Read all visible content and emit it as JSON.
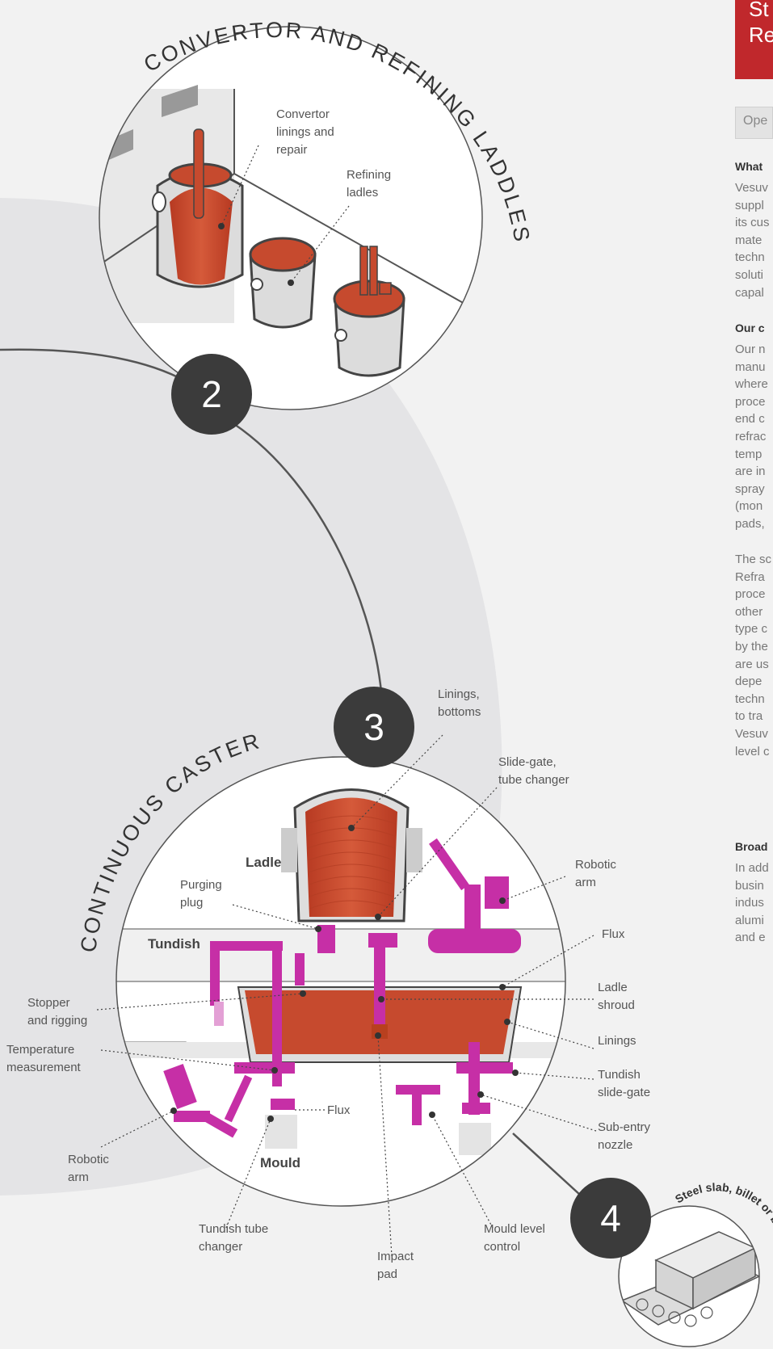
{
  "sections": {
    "convertor": {
      "number": "2",
      "title": "CONVERTOR AND REFINING LADDLES",
      "labels": {
        "convertor_linings": [
          "Convertor",
          "linings and",
          "repair"
        ],
        "refining_ladles": [
          "Refining",
          "ladles"
        ]
      }
    },
    "caster": {
      "number": "3",
      "title": "CONTINUOUS CASTER",
      "zones": {
        "ladle": "Ladle",
        "tundish": "Tundish",
        "mould": "Mould"
      },
      "labels": {
        "linings_bottoms": [
          "Linings,",
          "bottoms"
        ],
        "slide_gate": [
          "Slide-gate,",
          "tube changer"
        ],
        "robotic_arm_right": [
          "Robotic",
          "arm"
        ],
        "purging_plug": [
          "Purging",
          "plug"
        ],
        "flux_right": [
          "Flux"
        ],
        "ladle_shroud": [
          "Ladle",
          "shroud"
        ],
        "stopper": [
          "Stopper",
          "and rigging"
        ],
        "linings": [
          "Linings"
        ],
        "temperature": [
          "Temperature",
          "measurement"
        ],
        "tundish_slide_gate": [
          "Tundish",
          "slide-gate"
        ],
        "flux_center": [
          "Flux"
        ],
        "sub_entry": [
          "Sub-entry",
          "nozzle"
        ],
        "robotic_arm_left": [
          "Robotic",
          "arm"
        ],
        "tundish_tube": [
          "Tundish tube",
          "changer"
        ],
        "mould_level": [
          "Mould level",
          "control"
        ],
        "impact_pad": [
          "Impact",
          "pad"
        ]
      }
    },
    "output": {
      "number": "4",
      "title": "Steel slab, billet or bloom"
    }
  },
  "panel": {
    "banner_lines": [
      "St",
      "Re"
    ],
    "tab_label": "Ope",
    "heading1": "What",
    "para1": [
      "Vesuv",
      "suppl",
      "its cus",
      "mate",
      "techn",
      "soluti",
      "capal"
    ],
    "heading2": "Our c",
    "para2": [
      "Our n",
      "manu",
      "where",
      "proce",
      "end c",
      "refrac",
      "temp",
      "are in",
      "spray",
      "(mon",
      "pads,"
    ],
    "para3": [
      "The sc",
      "Refra",
      "proce",
      "other",
      "type c",
      "by the",
      "are us",
      "depe",
      "techn",
      "to tra",
      "Vesuv",
      "level c"
    ],
    "heading3": "Broad",
    "para4": [
      "In add",
      "busin",
      "indus",
      "alumi",
      "and e"
    ]
  },
  "colors": {
    "molten": "#c64a2e",
    "magenta": "#c62fa6",
    "dark_circle": "#3b3b3b",
    "accent_red": "#c0282c"
  }
}
